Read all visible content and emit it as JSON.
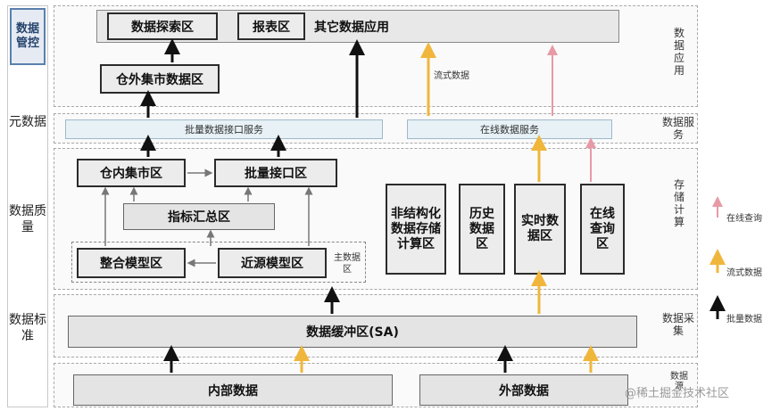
{
  "governance": {
    "title": "数据管控",
    "items": [
      "元数据",
      "数据质量",
      "数据标准"
    ]
  },
  "layers": {
    "app": "数据应用",
    "service": "数据服务",
    "storage": "存储计算",
    "collect": "数据采集",
    "source": "数据源"
  },
  "app": {
    "explore": "数据探索区",
    "report": "报表区",
    "other": "其它数据应用",
    "outer_mart": "仓外集市数据区",
    "stream_note": "流式数据"
  },
  "service": {
    "batch": "批量数据接口服务",
    "online": "在线数据服务"
  },
  "storage": {
    "inner_mart": "仓内集市区",
    "batch_iface": "批量接口区",
    "metric": "指标汇总区",
    "integrated": "整合模型区",
    "near_source": "近源模型区",
    "main_zone": "主数据区",
    "unstructured": "非结构化数据存储计算区",
    "history": "历史数据区",
    "realtime": "实时数据区",
    "online_query": "在线查询区"
  },
  "collect": {
    "buffer": "数据缓冲区(SA)"
  },
  "source": {
    "internal": "内部数据",
    "external": "外部数据"
  },
  "legend": {
    "online_query": "在线查询",
    "stream": "流式数据",
    "batch": "批量数据"
  },
  "colors": {
    "batch": "#111111",
    "stream": "#f0b63c",
    "online": "#e79aa6",
    "gray": "#777777"
  },
  "watermark": "@稀土掘金技术社区"
}
